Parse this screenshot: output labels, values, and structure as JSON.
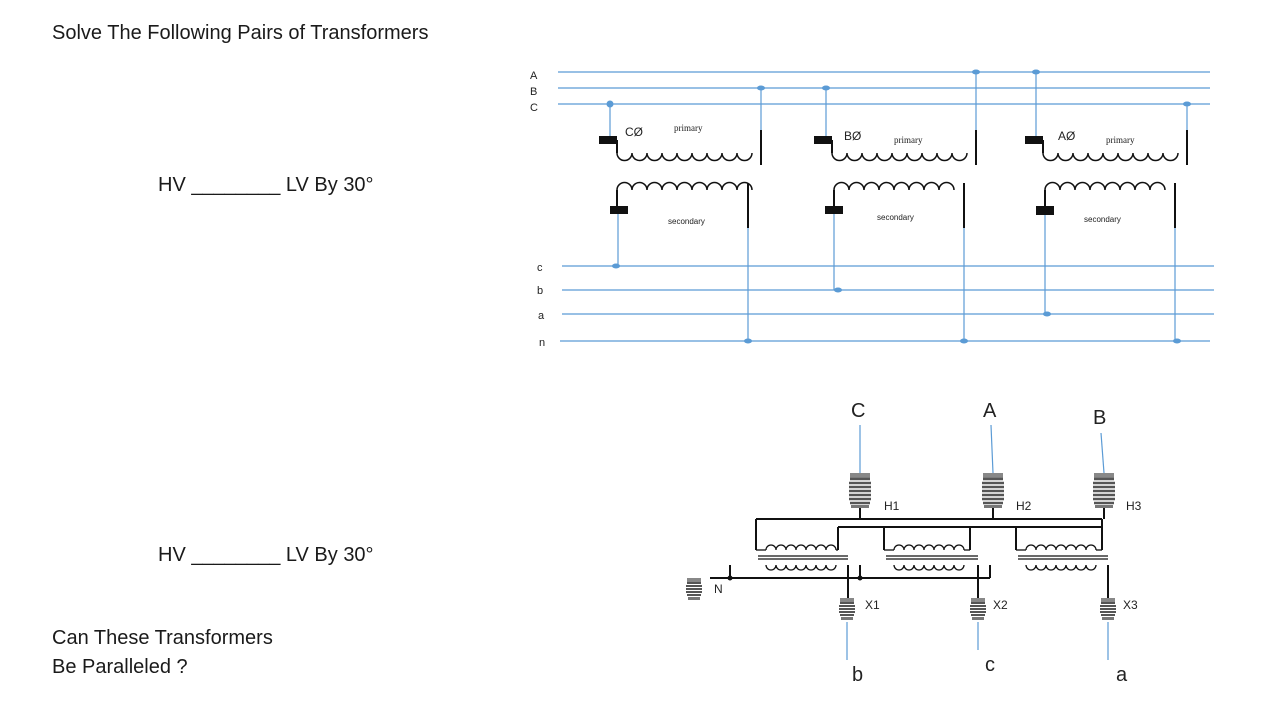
{
  "slide": {
    "title": "Solve The Following Pairs of Transformers",
    "question1": "HV ________ LV By 30°",
    "question2": "HV ________ LV By 30°",
    "question3_line1": "Can These Transformers",
    "question3_line2": "Be Paralleled ?"
  },
  "diagram1": {
    "hv_bus_labels": [
      "A",
      "B",
      "C"
    ],
    "lv_bus_labels": [
      "c",
      "b",
      "a",
      "n"
    ],
    "units": [
      {
        "phase": "CØ",
        "primary": "primary",
        "secondary": "secondary"
      },
      {
        "phase": "BØ",
        "primary": "primary",
        "secondary": "secondary"
      },
      {
        "phase": "AØ",
        "primary": "primary",
        "secondary": "secondary"
      }
    ],
    "colors": {
      "bus": "#5b9bd5",
      "winding": "#111111"
    }
  },
  "diagram2": {
    "hv_lines": [
      "C",
      "A",
      "B"
    ],
    "hv_bushings": [
      "H1",
      "H2",
      "H3"
    ],
    "lv_bushings": [
      "X1",
      "X2",
      "X3"
    ],
    "neutral": "N",
    "lv_lines": [
      "b",
      "c",
      "a"
    ]
  }
}
